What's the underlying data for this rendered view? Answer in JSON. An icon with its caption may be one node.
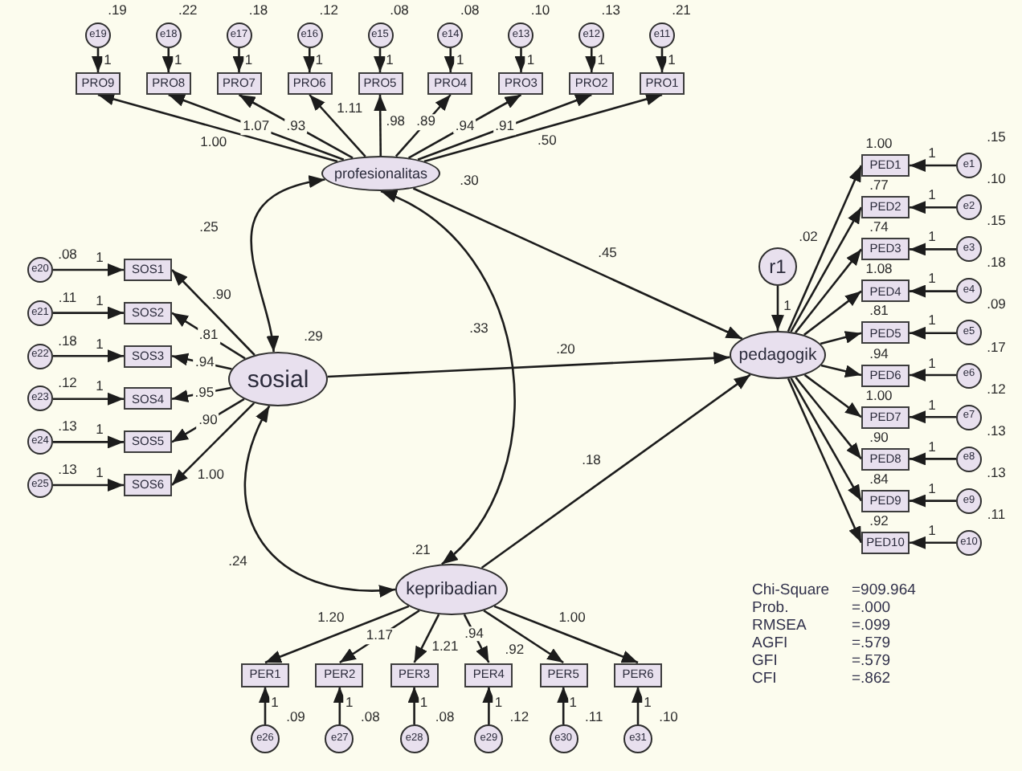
{
  "diagram": {
    "nodes": [
      {
        "text": [
          "e19"
        ],
        "beside": [
          ".19"
        ]
      },
      {
        "text": [
          "e18"
        ],
        "beside": [
          ".22"
        ]
      },
      {
        "text": [
          "e17"
        ],
        "beside": [
          ".18"
        ]
      },
      {
        "text": [
          "e16"
        ],
        "beside": [
          ".12"
        ]
      },
      {
        "text": [
          "e15"
        ],
        "beside": [
          ".08"
        ]
      },
      {
        "text": [
          "e14"
        ],
        "beside": [
          ".08"
        ]
      },
      {
        "text": [
          "e13"
        ],
        "beside": [
          ".10"
        ]
      },
      {
        "text": [
          "e12"
        ],
        "beside": [
          ".13"
        ]
      },
      {
        "text": [
          "e11"
        ],
        "beside": [
          ".21"
        ]
      },
      {
        "text": [
          "PRO9"
        ]
      },
      {
        "text": [
          "PRO8"
        ]
      },
      {
        "text": [
          "PRO7"
        ]
      },
      {
        "text": [
          "PRO6"
        ]
      },
      {
        "text": [
          "PRO5"
        ]
      },
      {
        "text": [
          "PRO4"
        ]
      },
      {
        "text": [
          "PRO3"
        ]
      },
      {
        "text": [
          "PRO2"
        ]
      },
      {
        "text": [
          "PRO1"
        ]
      },
      {
        "text": [
          "profesionalitas"
        ],
        "beside": [
          ".30"
        ]
      },
      {
        "text": [
          "e20"
        ],
        "beside": [
          ".08"
        ]
      },
      {
        "text": [
          "e21"
        ],
        "beside": [
          ".11"
        ]
      },
      {
        "text": [
          "e22"
        ],
        "beside": [
          ".18"
        ]
      },
      {
        "text": [
          "e23"
        ],
        "beside": [
          ".12"
        ]
      },
      {
        "text": [
          "e24"
        ],
        "beside": [
          ".13"
        ]
      },
      {
        "text": [
          "e25"
        ],
        "beside": [
          ".13"
        ]
      },
      {
        "text": [
          "SOS1"
        ]
      },
      {
        "text": [
          "SOS2"
        ]
      },
      {
        "text": [
          "SOS3"
        ]
      },
      {
        "text": [
          "SOS4"
        ]
      },
      {
        "text": [
          "SOS5"
        ]
      },
      {
        "text": [
          "SOS6"
        ]
      },
      {
        "text": [
          "sosial"
        ],
        "beside": [
          ".29"
        ]
      },
      {
        "text": [
          "r1"
        ],
        "beside": [
          ".02"
        ]
      },
      {
        "text": [
          "pedagogik"
        ]
      },
      {
        "text": [
          "PED1"
        ]
      },
      {
        "text": [
          "PED2"
        ]
      },
      {
        "text": [
          "PED3"
        ]
      },
      {
        "text": [
          "PED4"
        ]
      },
      {
        "text": [
          "PED5"
        ]
      },
      {
        "text": [
          "PED6"
        ]
      },
      {
        "text": [
          "PED7"
        ]
      },
      {
        "text": [
          "PED8"
        ]
      },
      {
        "text": [
          "PED9"
        ]
      },
      {
        "text": [
          "PED10"
        ]
      },
      {
        "text": [
          "e1"
        ],
        "beside": [
          ".15"
        ]
      },
      {
        "text": [
          "e2"
        ],
        "beside": [
          ".10"
        ]
      },
      {
        "text": [
          "e3"
        ],
        "beside": [
          ".15"
        ]
      },
      {
        "text": [
          "e4"
        ],
        "beside": [
          ".18"
        ]
      },
      {
        "text": [
          "e5"
        ],
        "beside": [
          ".09"
        ]
      },
      {
        "text": [
          "e6"
        ],
        "beside": [
          ".17"
        ]
      },
      {
        "text": [
          "e7"
        ],
        "beside": [
          ".12"
        ]
      },
      {
        "text": [
          "e8"
        ],
        "beside": [
          ".13"
        ]
      },
      {
        "text": [
          "e9"
        ],
        "beside": [
          ".13"
        ]
      },
      {
        "text": [
          "e10"
        ],
        "beside": [
          ".11"
        ]
      },
      {
        "text": [
          "kepribadian"
        ],
        "beside": [
          ".21"
        ]
      },
      {
        "text": [
          "PER1"
        ]
      },
      {
        "text": [
          "PER2"
        ]
      },
      {
        "text": [
          "PER3"
        ]
      },
      {
        "text": [
          "PER4"
        ]
      },
      {
        "text": [
          "PER5"
        ]
      },
      {
        "text": [
          "PER6"
        ]
      },
      {
        "text": [
          "e26"
        ],
        "beside": [
          ".09"
        ]
      },
      {
        "text": [
          "e27"
        ],
        "beside": [
          ".08"
        ]
      },
      {
        "text": [
          "e28"
        ],
        "beside": [
          ".08"
        ]
      },
      {
        "text": [
          "e29"
        ],
        "beside": [
          ".12"
        ]
      },
      {
        "text": [
          "e30"
        ],
        "beside": [
          ".11"
        ]
      },
      {
        "text": [
          "e31"
        ],
        "beside": [
          ".10"
        ]
      }
    ],
    "edges": [
      {
        "from": 0,
        "to": 9,
        "arrow": "to",
        "label": "1"
      },
      {
        "from": 1,
        "to": 10,
        "arrow": "to",
        "label": "1"
      },
      {
        "from": 2,
        "to": 11,
        "arrow": "to",
        "label": "1"
      },
      {
        "from": 3,
        "to": 12,
        "arrow": "to",
        "label": "1"
      },
      {
        "from": 4,
        "to": 13,
        "arrow": "to",
        "label": "1"
      },
      {
        "from": 5,
        "to": 14,
        "arrow": "to",
        "label": "1"
      },
      {
        "from": 6,
        "to": 15,
        "arrow": "to",
        "label": "1"
      },
      {
        "from": 7,
        "to": 16,
        "arrow": "to",
        "label": "1"
      },
      {
        "from": 8,
        "to": 17,
        "arrow": "to",
        "label": "1"
      },
      {
        "from": 18,
        "to": 9,
        "arrow": "to",
        "label": "1.00"
      },
      {
        "from": 18,
        "to": 10,
        "arrow": "to",
        "label": "1.07"
      },
      {
        "from": 18,
        "to": 11,
        "arrow": "to",
        "label": ".93"
      },
      {
        "from": 18,
        "to": 12,
        "arrow": "to",
        "label": "1.11"
      },
      {
        "from": 18,
        "to": 13,
        "arrow": "to",
        "label": ".98"
      },
      {
        "from": 18,
        "to": 14,
        "arrow": "to",
        "label": ".89"
      },
      {
        "from": 18,
        "to": 15,
        "arrow": "to",
        "label": ".94"
      },
      {
        "from": 18,
        "to": 16,
        "arrow": "to",
        "label": ".91"
      },
      {
        "from": 18,
        "to": 17,
        "arrow": "to",
        "label": ".50"
      },
      {
        "from": 19,
        "to": 25,
        "arrow": "to",
        "label": "1"
      },
      {
        "from": 20,
        "to": 26,
        "arrow": "to",
        "label": "1"
      },
      {
        "from": 21,
        "to": 27,
        "arrow": "to",
        "label": "1"
      },
      {
        "from": 22,
        "to": 28,
        "arrow": "to",
        "label": "1"
      },
      {
        "from": 23,
        "to": 29,
        "arrow": "to",
        "label": "1"
      },
      {
        "from": 24,
        "to": 30,
        "arrow": "to",
        "label": "1"
      },
      {
        "from": 31,
        "to": 25,
        "arrow": "to",
        "label": ".90"
      },
      {
        "from": 31,
        "to": 26,
        "arrow": "to",
        "label": ".81"
      },
      {
        "from": 31,
        "to": 27,
        "arrow": "to",
        "label": ".94"
      },
      {
        "from": 31,
        "to": 28,
        "arrow": "to",
        "label": ".95"
      },
      {
        "from": 31,
        "to": 29,
        "arrow": "to",
        "label": ".90"
      },
      {
        "from": 31,
        "to": 30,
        "arrow": "to",
        "label": "1.00"
      },
      {
        "from": 18,
        "to": 31,
        "arrow": "both",
        "label": ".25"
      },
      {
        "from": 18,
        "to": 54,
        "arrow": "both",
        "label": ".33"
      },
      {
        "from": 31,
        "to": 54,
        "arrow": "both",
        "label": ".24"
      },
      {
        "from": 18,
        "to": 33,
        "arrow": "to",
        "label": ".45"
      },
      {
        "from": 31,
        "to": 33,
        "arrow": "to",
        "label": ".20"
      },
      {
        "from": 54,
        "to": 33,
        "arrow": "to",
        "label": ".18"
      },
      {
        "from": 32,
        "to": 33,
        "arrow": "to",
        "label": "1"
      },
      {
        "from": 33,
        "to": 34,
        "arrow": "to",
        "label": "1.00"
      },
      {
        "from": 33,
        "to": 35,
        "arrow": "to",
        "label": ".77"
      },
      {
        "from": 33,
        "to": 36,
        "arrow": "to",
        "label": ".74"
      },
      {
        "from": 33,
        "to": 37,
        "arrow": "to",
        "label": "1.08"
      },
      {
        "from": 33,
        "to": 38,
        "arrow": "to",
        "label": ".81"
      },
      {
        "from": 33,
        "to": 39,
        "arrow": "to",
        "label": ".94"
      },
      {
        "from": 33,
        "to": 40,
        "arrow": "to",
        "label": "1.00"
      },
      {
        "from": 33,
        "to": 41,
        "arrow": "to",
        "label": ".90"
      },
      {
        "from": 33,
        "to": 42,
        "arrow": "to",
        "label": ".84"
      },
      {
        "from": 33,
        "to": 43,
        "arrow": "to",
        "label": ".92"
      },
      {
        "from": 44,
        "to": 34,
        "arrow": "to",
        "label": "1"
      },
      {
        "from": 45,
        "to": 35,
        "arrow": "to",
        "label": "1"
      },
      {
        "from": 46,
        "to": 36,
        "arrow": "to",
        "label": "1"
      },
      {
        "from": 47,
        "to": 37,
        "arrow": "to",
        "label": "1"
      },
      {
        "from": 48,
        "to": 38,
        "arrow": "to",
        "label": "1"
      },
      {
        "from": 49,
        "to": 39,
        "arrow": "to",
        "label": "1"
      },
      {
        "from": 50,
        "to": 40,
        "arrow": "to",
        "label": "1"
      },
      {
        "from": 51,
        "to": 41,
        "arrow": "to",
        "label": "1"
      },
      {
        "from": 52,
        "to": 42,
        "arrow": "to",
        "label": "1"
      },
      {
        "from": 53,
        "to": 43,
        "arrow": "to",
        "label": "1"
      },
      {
        "from": 54,
        "to": 55,
        "arrow": "to",
        "label": "1.20"
      },
      {
        "from": 54,
        "to": 56,
        "arrow": "to",
        "label": "1.17"
      },
      {
        "from": 54,
        "to": 57,
        "arrow": "to",
        "label": "1.21"
      },
      {
        "from": 54,
        "to": 58,
        "arrow": "to",
        "label": ".94"
      },
      {
        "from": 54,
        "to": 59,
        "arrow": "to",
        "label": ".92"
      },
      {
        "from": 54,
        "to": 60,
        "arrow": "to",
        "label": "1.00"
      },
      {
        "from": 61,
        "to": 55,
        "arrow": "to",
        "label": "1"
      },
      {
        "from": 62,
        "to": 56,
        "arrow": "to",
        "label": "1"
      },
      {
        "from": 63,
        "to": 57,
        "arrow": "to",
        "label": "1"
      },
      {
        "from": 64,
        "to": 58,
        "arrow": "to",
        "label": "1"
      },
      {
        "from": 65,
        "to": 59,
        "arrow": "to",
        "label": "1"
      },
      {
        "from": 66,
        "to": 60,
        "arrow": "to",
        "label": "1"
      }
    ],
    "labels": [
      "Chi-Square",
      "=909.964",
      "Prob.",
      "=.000",
      "RMSEA",
      "=.099",
      "AGFI",
      "=.579",
      "GFI",
      "=.579",
      "CFI",
      "=.862"
    ]
  }
}
